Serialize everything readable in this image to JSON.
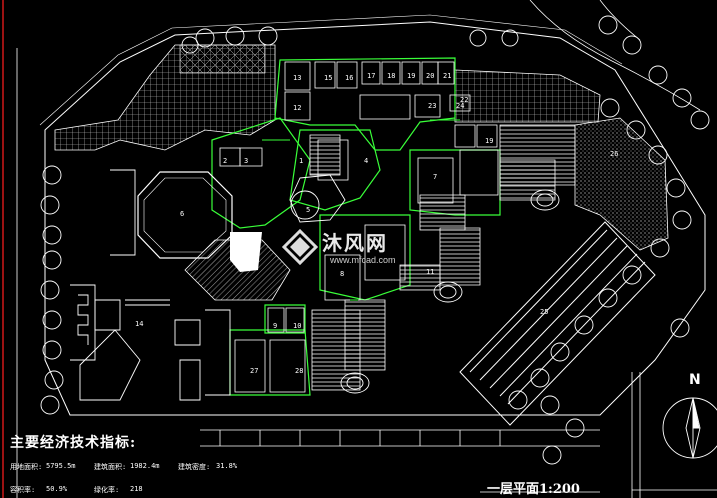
{
  "drawing": {
    "plan_title": "一层平面1:200",
    "north_label": "N",
    "table_title": "主要经济技术指标:",
    "indicators": [
      {
        "label": "用地面积:",
        "value": "5795.5m"
      },
      {
        "label": "建筑面积:",
        "value": "1982.4m"
      },
      {
        "label": "建筑密度:",
        "value": "31.8%"
      },
      {
        "label": "容积率:",
        "value": "50.9%"
      },
      {
        "label": "绿化率:",
        "value": "218"
      }
    ],
    "room_numbers": [
      "13",
      "15",
      "16",
      "17",
      "18",
      "19",
      "20",
      "21",
      "22",
      "12",
      "23",
      "24",
      "4",
      "3",
      "2",
      "1",
      "5",
      "6",
      "7",
      "8",
      "9",
      "10",
      "11",
      "14",
      "19",
      "25",
      "26",
      "27",
      "28"
    ]
  },
  "watermark": {
    "text": "沐风网",
    "url": "www.mfcad.com"
  },
  "colors": {
    "background": "#000000",
    "lines": "#ffffff",
    "walls_green": "#39ff39",
    "frame_red": "#d01818"
  }
}
